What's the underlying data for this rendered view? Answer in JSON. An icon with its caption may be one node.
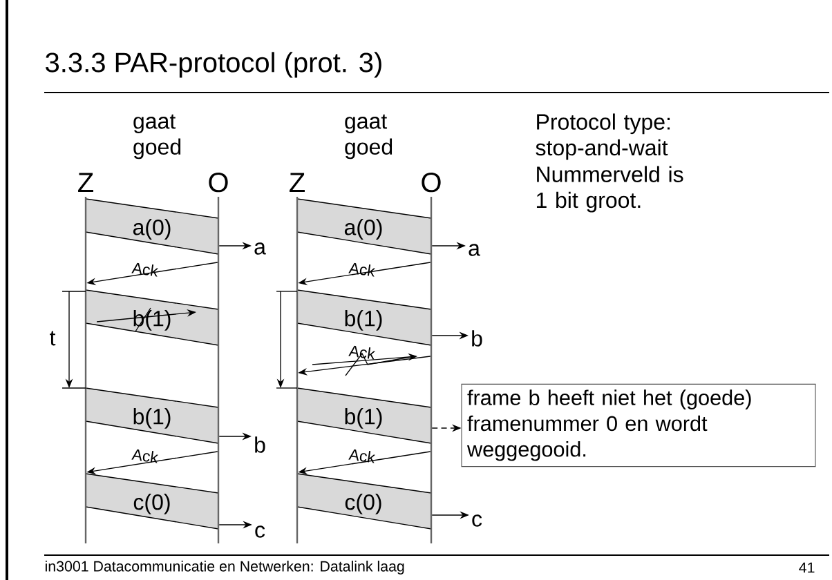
{
  "diagram": {
    "title": "3.3.3 PAR-protocol (prot. 3)",
    "nodes": [
      {
        "text": [
          "Z"
        ]
      },
      {
        "text": [
          "O"
        ]
      },
      {
        "text": [
          "a(0)"
        ]
      },
      {
        "text": [
          "a"
        ]
      },
      {
        "text": [
          "b(1)"
        ]
      },
      {
        "text": [
          "b(1)"
        ]
      },
      {
        "text": [
          "b"
        ]
      },
      {
        "text": [
          "c(0)"
        ]
      },
      {
        "text": [
          "c"
        ]
      },
      {
        "text": [
          "Z"
        ]
      },
      {
        "text": [
          "O"
        ]
      },
      {
        "text": [
          "a(0)"
        ]
      },
      {
        "text": [
          "a"
        ]
      },
      {
        "text": [
          "b(1)"
        ]
      },
      {
        "text": [
          "b"
        ]
      },
      {
        "text": [
          "b(1)"
        ]
      },
      {
        "text": [
          "frame b heeft niet het (goede) framenummer 0 en wordt weggegooid."
        ]
      },
      {
        "text": [
          "c(0)"
        ]
      },
      {
        "text": [
          "c"
        ]
      }
    ],
    "edges": [
      {
        "from": 1,
        "to": 3,
        "arrow": "to"
      },
      {
        "from": 1,
        "to": 0,
        "arrow": "to",
        "label": "Ack"
      },
      {
        "from": 1,
        "to": 6,
        "arrow": "to"
      },
      {
        "from": 1,
        "to": 0,
        "arrow": "to",
        "label": "Ack"
      },
      {
        "from": 1,
        "to": 8,
        "arrow": "to"
      },
      {
        "from": 10,
        "to": 12,
        "arrow": "to"
      },
      {
        "from": 10,
        "to": 9,
        "arrow": "to",
        "label": "Ack"
      },
      {
        "from": 10,
        "to": 14,
        "arrow": "to"
      },
      {
        "from": 10,
        "to": 9,
        "arrow": "to",
        "label": "Ack"
      },
      {
        "from": 10,
        "to": 16,
        "arrow": "to",
        "style": "dashed"
      },
      {
        "from": 10,
        "to": 9,
        "arrow": "to",
        "label": "Ack"
      },
      {
        "from": 10,
        "to": 18,
        "arrow": "to"
      }
    ],
    "labels": [
      "gaat goed",
      "t",
      "gaat goed",
      "Protocol type: stop-and-wait",
      "Nummerveld is 1 bit groot.",
      "in3001 Datacommunicatie en Netwerken: Datalink laag",
      "41"
    ]
  }
}
